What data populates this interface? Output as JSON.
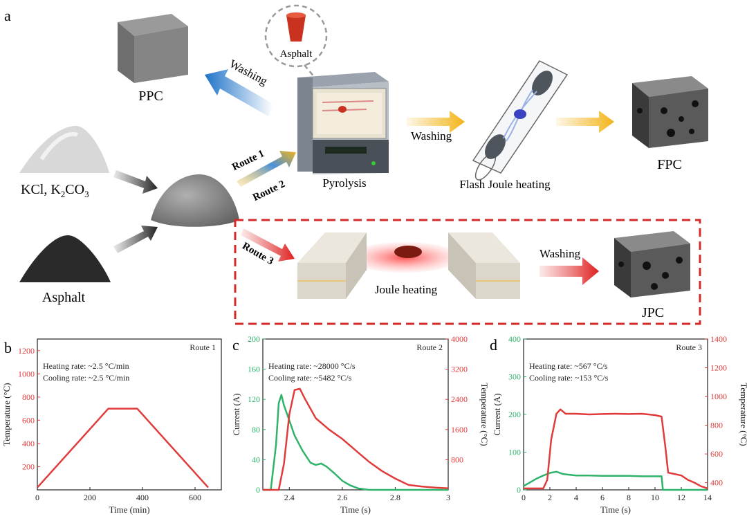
{
  "panel_labels": {
    "a": "a",
    "b": "b",
    "c": "c",
    "d": "d"
  },
  "schematic": {
    "ppc": "PPC",
    "washing_top": "Washing",
    "asphalt_callout": "Asphalt",
    "route1": "Route 1",
    "route2": "Route 2",
    "pyrolysis": "Pyrolysis",
    "washing_mid": "Washing",
    "flash_joule": "Flash Joule heating",
    "fpc": "FPC",
    "kcl": "KCl, K",
    "kcl_sub": "2",
    "kcl_co": "CO",
    "kcl_sub3": "3",
    "asphalt": "Asphalt",
    "route3": "Route 3",
    "joule_heating": "Joule heating",
    "washing_red": "Washing",
    "jpc": "JPC"
  },
  "colors": {
    "red": "#e03b3b",
    "green": "#2fb36a",
    "blue": "#1f73c8",
    "yellow": "#f2b418",
    "dark_red_box": "#d42a2a"
  },
  "chart_data": [
    {
      "id": "b",
      "type": "line",
      "title": "Route 1",
      "annotations": [
        "Heating rate: ~2.5 °C/min",
        "Cooling rate: ~2.5 °C/min"
      ],
      "xlabel": "Time (min)",
      "ylabel": "Temperature (°C)",
      "xlim": [
        0,
        700
      ],
      "ylim": [
        0,
        1300
      ],
      "xticks": [
        0,
        200,
        400,
        600
      ],
      "yticks": [
        200,
        400,
        600,
        800,
        1000,
        1200
      ],
      "series": [
        {
          "axis": "left",
          "x": [
            0,
            270,
            380,
            650
          ],
          "y": [
            20,
            700,
            700,
            20
          ]
        }
      ]
    },
    {
      "id": "c",
      "type": "line",
      "title": "Route 2",
      "annotations": [
        "Heating rate: ~28000 °C/s",
        "Cooling rate: ~5482 °C/s"
      ],
      "xlabel": "Time (s)",
      "ylabel": "Current (A)",
      "ylabel_right": "Temperature (°C)",
      "xlim": [
        2.3,
        3.0
      ],
      "ylim": [
        0,
        200
      ],
      "ylim_right": [
        0,
        4000
      ],
      "xticks": [
        2.4,
        2.6,
        2.8,
        3.0
      ],
      "yticks": [
        0,
        40,
        80,
        120,
        160,
        200
      ],
      "yticks_right": [
        800,
        1600,
        2400,
        3200,
        4000
      ],
      "series": [
        {
          "axis": "left",
          "x": [
            2.3,
            2.33,
            2.35,
            2.36,
            2.37,
            2.38,
            2.4,
            2.42,
            2.45,
            2.48,
            2.5,
            2.52,
            2.54,
            2.57,
            2.6,
            2.63,
            2.66,
            2.7,
            2.75,
            3.0
          ],
          "y": [
            0,
            0,
            60,
            115,
            126,
            112,
            92,
            72,
            52,
            36,
            33,
            35,
            31,
            22,
            12,
            6,
            2,
            0,
            0,
            0
          ]
        },
        {
          "axis": "right",
          "x": [
            2.3,
            2.36,
            2.38,
            2.4,
            2.42,
            2.44,
            2.46,
            2.5,
            2.55,
            2.6,
            2.65,
            2.7,
            2.75,
            2.8,
            2.85,
            2.9,
            2.95,
            3.0
          ],
          "y": [
            0,
            0,
            700,
            2000,
            2650,
            2680,
            2400,
            1900,
            1600,
            1350,
            1050,
            750,
            500,
            300,
            130,
            90,
            60,
            40
          ]
        }
      ]
    },
    {
      "id": "d",
      "type": "line",
      "title": "Route 3",
      "annotations": [
        "Heating rate: ~567 °C/s",
        "Cooling rate: ~153 °C/s"
      ],
      "xlabel": "Time (s)",
      "ylabel": "Current (A)",
      "ylabel_right": "Temperature (°C)",
      "xlim": [
        0,
        14
      ],
      "ylim": [
        0,
        400
      ],
      "ylim_right": [
        350,
        1400
      ],
      "xticks": [
        0,
        2,
        4,
        6,
        8,
        10,
        12,
        14
      ],
      "yticks": [
        0,
        100,
        200,
        300,
        400
      ],
      "yticks_right": [
        400,
        600,
        800,
        1000,
        1200,
        1400
      ],
      "series": [
        {
          "axis": "left",
          "x": [
            0,
            0.5,
            1,
            1.5,
            2,
            2.5,
            3,
            4,
            5,
            6,
            7,
            8,
            9,
            10,
            10.5,
            10.6,
            14
          ],
          "y": [
            10,
            20,
            30,
            38,
            45,
            48,
            42,
            38,
            38,
            37,
            37,
            37,
            36,
            36,
            36,
            0,
            0
          ]
        },
        {
          "axis": "right",
          "x": [
            0,
            1.5,
            1.8,
            2.1,
            2.5,
            2.8,
            3.2,
            4,
            5,
            6,
            7,
            8,
            9,
            10,
            10.5,
            10.8,
            11,
            12,
            12.5,
            13,
            13.5,
            14
          ],
          "y": [
            360,
            360,
            420,
            700,
            880,
            910,
            880,
            880,
            875,
            878,
            880,
            878,
            880,
            870,
            860,
            640,
            470,
            450,
            420,
            400,
            375,
            360
          ]
        }
      ]
    }
  ]
}
